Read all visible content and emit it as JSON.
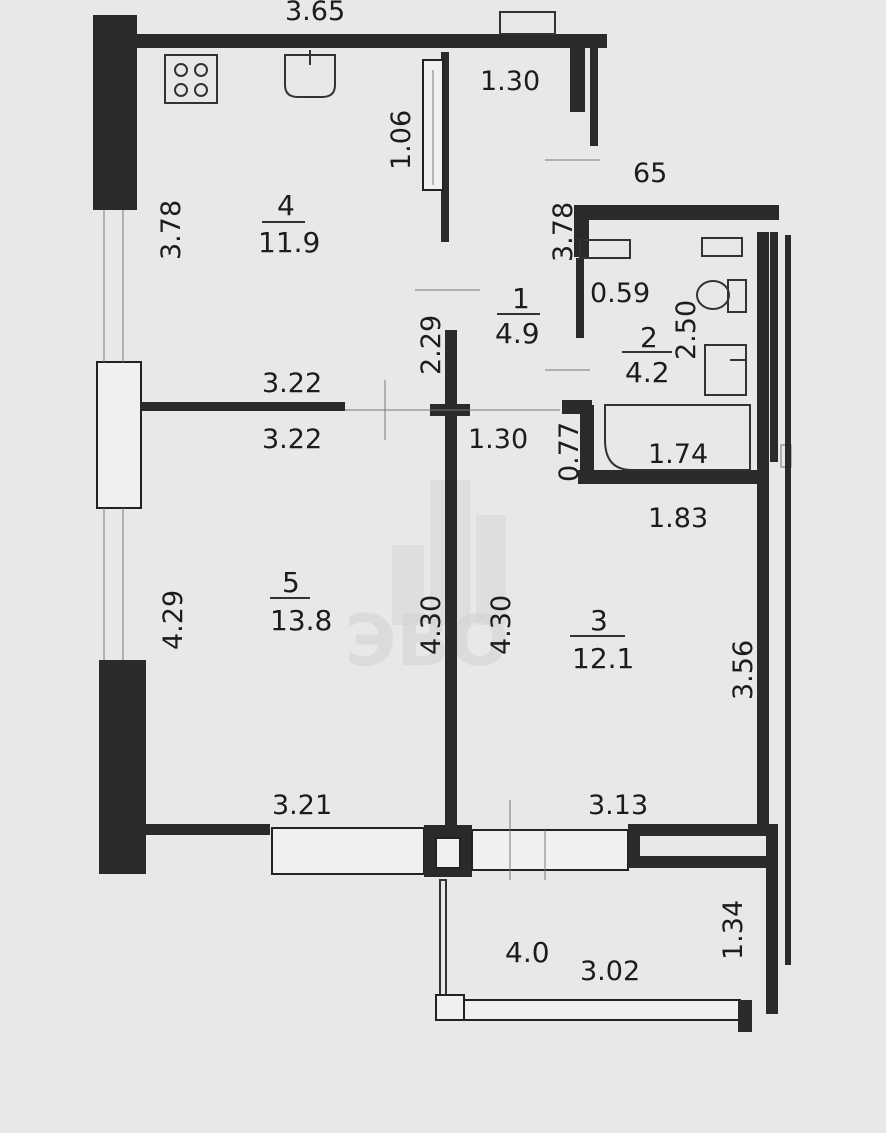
{
  "watermark": {
    "text": "ЭВО"
  },
  "rooms": [
    {
      "number": "4",
      "area": "11.9"
    },
    {
      "number": "1",
      "area": "4.9"
    },
    {
      "number": "2",
      "area": "4.2"
    },
    {
      "number": "5",
      "area": "13.8"
    },
    {
      "number": "3",
      "area": "12.1"
    }
  ],
  "balcony": {
    "area": "4.0",
    "width": "3.02",
    "depth": "1.34"
  },
  "dimensions": {
    "top_partial": "3.65",
    "top_corridor": "1.30",
    "wardrobe": "1.06",
    "stair_65": "65",
    "kitchen_height": "3.78",
    "hall_height": "3.78",
    "bath_inner": "0.59",
    "bath_height": "2.50",
    "hall_lower": "2.29",
    "kitchen_width": "3.22",
    "room5_width_top": "3.22",
    "hall_width": "1.30",
    "bath_door": "0.77",
    "tub_width": "1.74",
    "bath_width": "1.83",
    "room5_height": "4.29",
    "room5_inner": "4.30",
    "room3_inner": "4.30",
    "room3_height": "3.56",
    "room5_width": "3.21",
    "room3_width": "3.13"
  }
}
